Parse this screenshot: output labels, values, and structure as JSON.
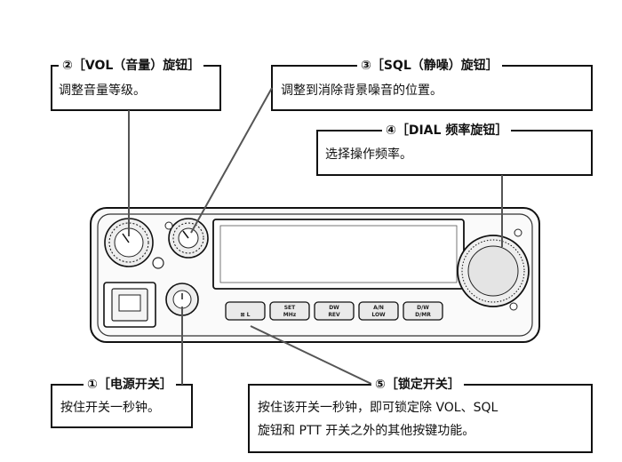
{
  "callouts": {
    "vol": {
      "title": "②［VOL（音量）旋钮］",
      "body": "调整音量等级。"
    },
    "sql": {
      "title": "③［SQL（静噪）旋钮］",
      "body": "调整到消除背景噪音的位置。"
    },
    "dial": {
      "title": "④［DIAL 频率旋钮］",
      "body": "选择操作频率。"
    },
    "power": {
      "title": "①［电源开关］",
      "body": "按住开关一秒钟。"
    },
    "lock": {
      "title": "⑤［锁定开关］",
      "body_line1": "按住该开关一秒钟，即可锁定除 VOL、SQL",
      "body_line2": "旋钮和 PTT 开关之外的其他按键功能。"
    }
  },
  "panel_buttons": [
    {
      "top": "",
      "bottom": "⊠ L"
    },
    {
      "top": "SET",
      "bottom": "MHz"
    },
    {
      "top": "DW",
      "bottom": "REV"
    },
    {
      "top": "A/N",
      "bottom": "LOW"
    },
    {
      "top": "D/W",
      "bottom": "D/MR"
    }
  ]
}
